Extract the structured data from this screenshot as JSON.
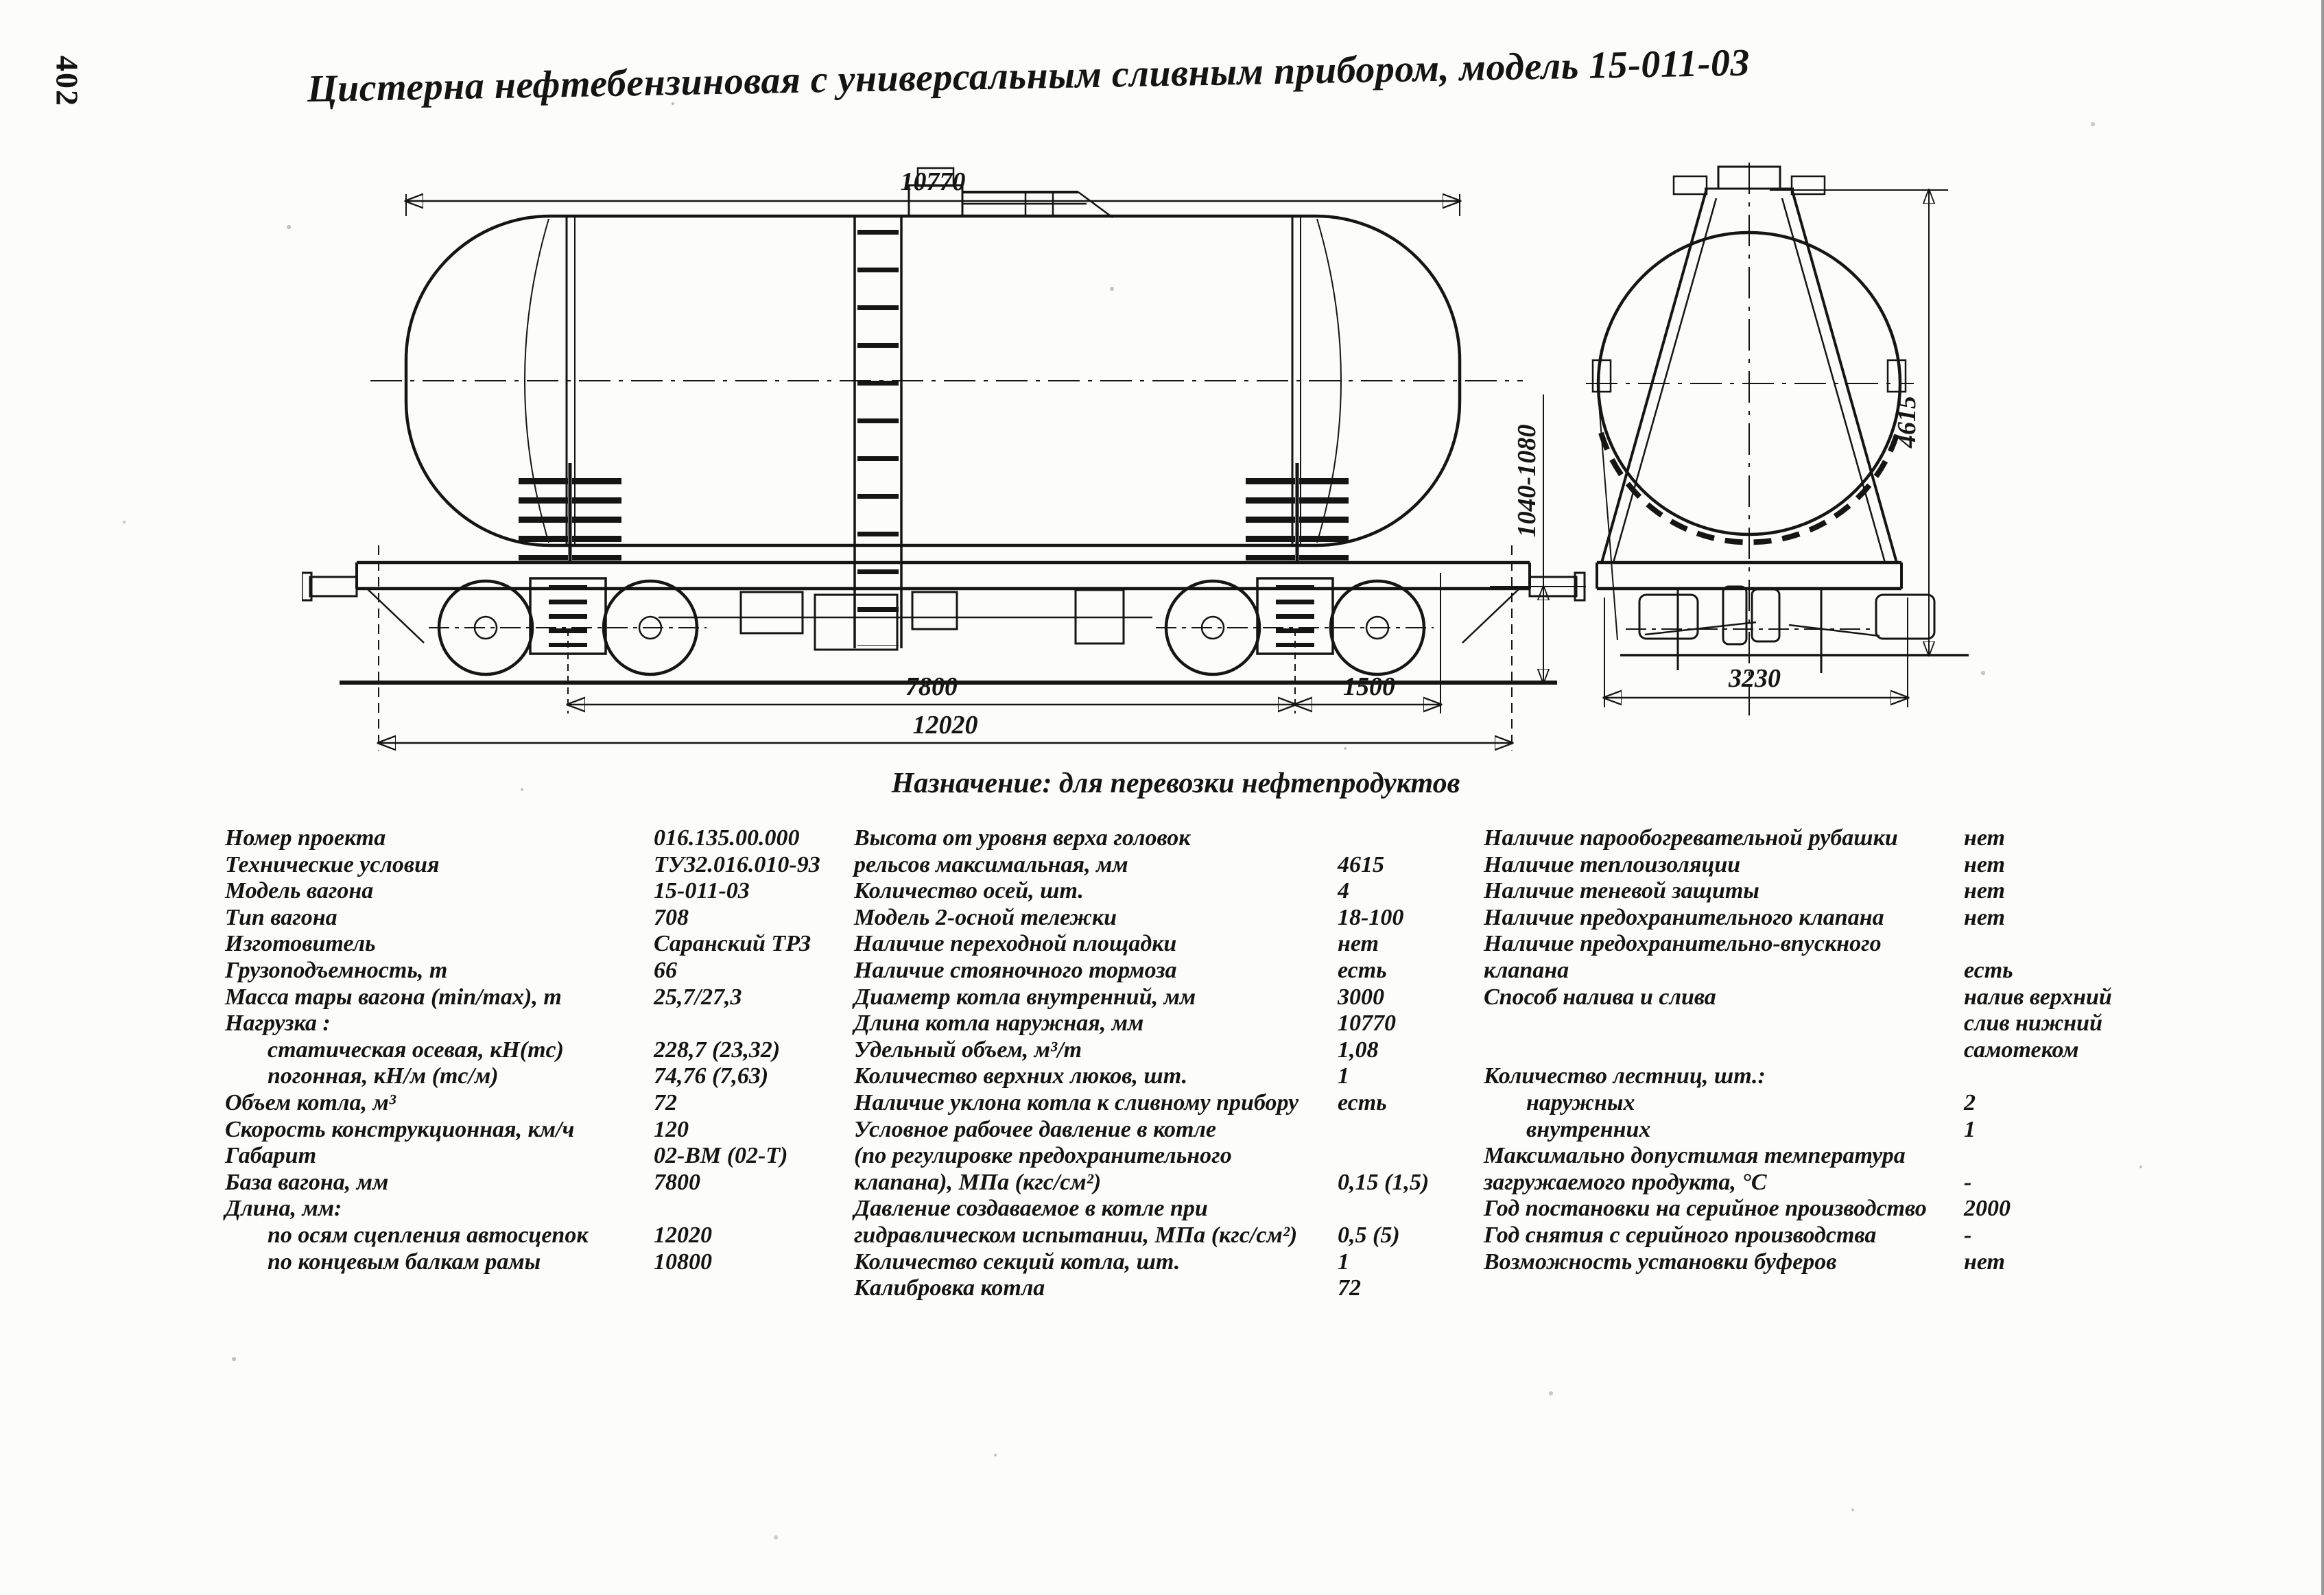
{
  "page": {
    "number": "402",
    "title": "Цистерна нефтебензиновая с универсальным сливным прибором, модель 15-011-03",
    "caption": "Назначение: для перевозки нефтепродуктов"
  },
  "drawing": {
    "dims": {
      "tank_length": "10770",
      "bogie_base": "7800",
      "overhang": "1500",
      "coupler_length": "12020",
      "coupler_height": "1040-1080",
      "max_height": "4615",
      "end_width": "3230"
    }
  },
  "specs": {
    "col1": [
      {
        "label": "Номер проекта",
        "value": "016.135.00.000"
      },
      {
        "label": "Технические условия",
        "value": "ТУ32.016.010-93"
      },
      {
        "label": "Модель вагона",
        "value": "15-011-03"
      },
      {
        "label": "Тип вагона",
        "value": "708"
      },
      {
        "label": "Изготовитель",
        "value": "Саранский ТРЗ"
      },
      {
        "label": "Грузоподъемность, т",
        "value": "66"
      },
      {
        "label": "Масса тары вагона (min/max), т",
        "value": "25,7/27,3"
      },
      {
        "label": "Нагрузка :",
        "value": ""
      },
      {
        "label": "статическая осевая, кН(тс)",
        "value": "228,7 (23,32)",
        "indent": true
      },
      {
        "label": "погонная, кН/м (тс/м)",
        "value": "74,76 (7,63)",
        "indent": true
      },
      {
        "label": "Объем котла, м³",
        "value": "72"
      },
      {
        "label": "Скорость конструкционная, км/ч",
        "value": "120"
      },
      {
        "label": "Габарит",
        "value": "02-ВМ (02-Т)"
      },
      {
        "label": "База вагона, мм",
        "value": "7800"
      },
      {
        "label": "Длина, мм:",
        "value": ""
      },
      {
        "label": "по осям сцепления автосцепок",
        "value": "12020",
        "indent": true
      },
      {
        "label": "по концевым балкам рамы",
        "value": "10800",
        "indent": true
      }
    ],
    "col2": [
      {
        "label": "Высота от уровня верха головок",
        "value": ""
      },
      {
        "label": "рельсов максимальная, мм",
        "value": "4615"
      },
      {
        "label": "Количество осей, шт.",
        "value": "4"
      },
      {
        "label": "Модель 2-осной тележки",
        "value": "18-100"
      },
      {
        "label": "Наличие переходной площадки",
        "value": "нет"
      },
      {
        "label": "Наличие стояночного тормоза",
        "value": "есть"
      },
      {
        "label": "Диаметр котла внутренний, мм",
        "value": "3000"
      },
      {
        "label": "Длина котла наружная, мм",
        "value": "10770"
      },
      {
        "label": "Удельный объем, м³/т",
        "value": "1,08"
      },
      {
        "label": "Количество верхних люков, шт.",
        "value": "1"
      },
      {
        "label": "Наличие уклона котла к сливному прибору",
        "value": "есть"
      },
      {
        "label": "Условное рабочее давление в котле",
        "value": ""
      },
      {
        "label": "(по регулировке предохранительного",
        "value": ""
      },
      {
        "label": "клапана), МПа (кгс/см²)",
        "value": "0,15 (1,5)"
      },
      {
        "label": "Давление создаваемое в котле при",
        "value": ""
      },
      {
        "label": "гидравлическом испытании, МПа (кгс/см²)",
        "value": "0,5 (5)"
      },
      {
        "label": "Количество секций котла, шт.",
        "value": "1"
      },
      {
        "label": "Калибровка котла",
        "value": "72"
      }
    ],
    "col3": [
      {
        "label": "Наличие парообогревательной рубашки",
        "value": "нет"
      },
      {
        "label": "Наличие теплоизоляции",
        "value": "нет"
      },
      {
        "label": "Наличие теневой защиты",
        "value": "нет"
      },
      {
        "label": "Наличие предохранительного клапана",
        "value": "нет"
      },
      {
        "label": "Наличие предохранительно-впускного",
        "value": ""
      },
      {
        "label": "клапана",
        "value": "есть"
      },
      {
        "label": "Способ налива и слива",
        "value": "налив верхний"
      },
      {
        "label": "",
        "value": "слив нижний"
      },
      {
        "label": "",
        "value": "самотеком"
      },
      {
        "label": "Количество лестниц, шт.:",
        "value": ""
      },
      {
        "label": "наружных",
        "value": "2",
        "indent": true
      },
      {
        "label": "внутренних",
        "value": "1",
        "indent": true
      },
      {
        "label": "Максимально допустимая температура",
        "value": ""
      },
      {
        "label": "загружаемого продукта, °С",
        "value": "-"
      },
      {
        "label": "Год постановки на серийное производство",
        "value": "2000"
      },
      {
        "label": "Год снятия с серийного производства",
        "value": "-"
      },
      {
        "label": "Возможность установки буферов",
        "value": "нет"
      }
    ]
  }
}
